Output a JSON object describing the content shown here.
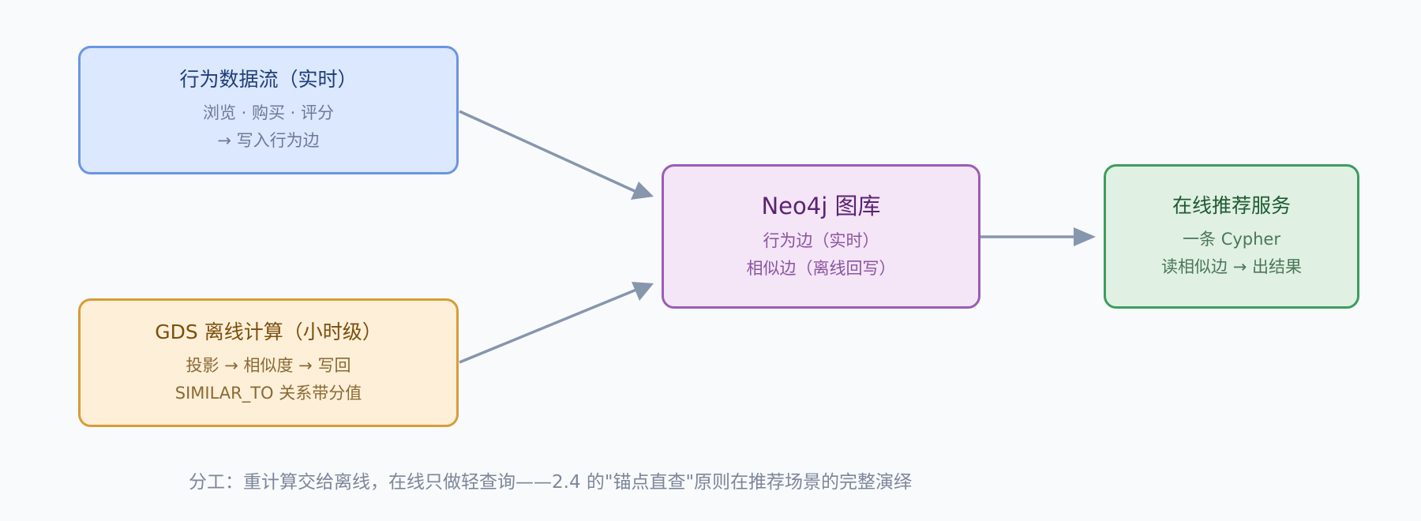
{
  "nodes": {
    "stream": {
      "title": "行为数据流（实时）",
      "line1": "浏览 · 购买 · 评分",
      "line2": "→ 写入行为边"
    },
    "gds": {
      "title": "GDS 离线计算（小时级）",
      "line1": "投影 → 相似度 → 写回",
      "line2": "SIMILAR_TO 关系带分值"
    },
    "neo4j": {
      "title": "Neo4j 图库",
      "line1": "行为边（实时）",
      "line2": "相似边（离线回写）"
    },
    "service": {
      "title": "在线推荐服务",
      "line1": "一条 Cypher",
      "line2": "读相似边 → 出结果"
    }
  },
  "edges": [
    {
      "from": "stream",
      "to": "neo4j"
    },
    {
      "from": "gds",
      "to": "neo4j"
    },
    {
      "from": "neo4j",
      "to": "service"
    }
  ],
  "footnote": "分工：重计算交给离线，在线只做轻查询——2.4 的\"锚点直查\"原则在推荐场景的完整演绎",
  "colors": {
    "stream": "#6a95e4",
    "gds": "#d99c38",
    "neo4j": "#9b5cb6",
    "service": "#3d9d5f",
    "arrow": "#8696ad"
  }
}
